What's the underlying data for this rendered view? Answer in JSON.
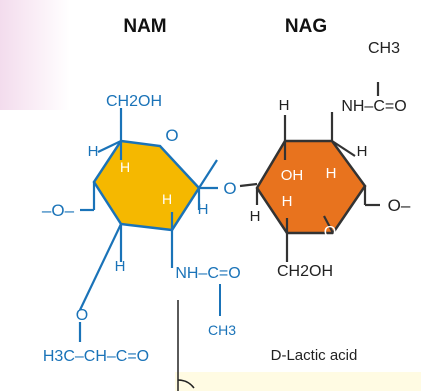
{
  "headers": {
    "left": "NAM",
    "right": "NAG"
  },
  "nam": {
    "ch2oh_top": "CH2OH",
    "ring_o": "O",
    "h_outer_left": "H",
    "h_inner_left": "H",
    "h_inner_right": "H",
    "h_outer_right": "H",
    "h_bottom": "H",
    "glycosidic_left": "–O–",
    "nh_co": "NH–C=O",
    "ch3": "CH3",
    "o_lactyl": "O",
    "lactyl_chain": "H3C–CH–C=O"
  },
  "nag": {
    "ch3_top": "CH3",
    "nh_co": "NH–C=O",
    "h_top_left": "H",
    "h_top_right": "H",
    "oh": "OH",
    "h_inner_right": "H",
    "h_inner_left": "H",
    "h_outer_left": "H",
    "ring_o": "O",
    "o_right": "O–",
    "ch2oh_bottom": "CH2OH"
  },
  "bridge_o": "O",
  "lactic_label": "D-Lactic acid",
  "colors": {
    "nam_ring": "#f5b800",
    "nag_ring": "#e8731e",
    "nam_bond": "#1a73b8",
    "nam_text": "#1a73b8",
    "nag_text": "#222222"
  }
}
